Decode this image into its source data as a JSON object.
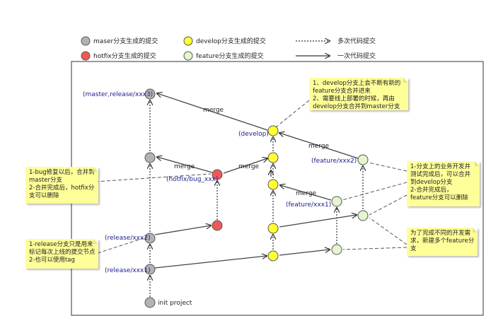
{
  "legend": {
    "master": "maser分支生成的提交",
    "develop": "develop分支生成的提交",
    "multi": "多次代码提交",
    "hotfix": "hotfix分支生成的提交",
    "feature": "feature分支生成的提交",
    "single": "一次代码提交"
  },
  "labels": {
    "master_release_xxx3": "(master,release/xxx3)",
    "develop": "(develop)",
    "feature_xxx2": "(feature/xxx2)",
    "hotfix_bug_xxx": "(hotfix/bug_xxx)",
    "feature_xxx1": "(feature/xxx1)",
    "release_xxx2": "(release/xxx2)",
    "release_xxx1": "(release/xxx1)",
    "init_project": "init project"
  },
  "merge_labels": {
    "m1": "merge",
    "m2": "merge",
    "m3": "merge",
    "m4": "merge",
    "m5": "merge"
  },
  "notes": {
    "develop_note": [
      "1、develop分支上会不断有新的",
      "feature分支合并进来",
      "2、需要线上部署的时候，再由",
      "develop分支合并到master分支"
    ],
    "hotfix_note": [
      "1-bug修复以后，合并到",
      "master分支",
      "2-合并完成后，hotfix分",
      "支可以删除"
    ],
    "release_note": [
      "1-release分支只是用来",
      "标记每次上线的提交节点",
      "2-也可以使用tag"
    ],
    "feature_note": [
      "1-分支上的业务开发并",
      "测试完成后，可以合并",
      "到develop分支",
      "2-合并完成后，",
      "feature分支可以删除"
    ],
    "multi_feature_note": [
      "为了完成不同的开发需",
      "求，新建多个feature分",
      "支"
    ]
  },
  "colors": {
    "master": "#b3b3b3",
    "develop": "#ffff33",
    "hotfix": "#f25757",
    "feature": "#e6f5cc",
    "note": "#ffff99",
    "label": "#1c1c8c"
  }
}
